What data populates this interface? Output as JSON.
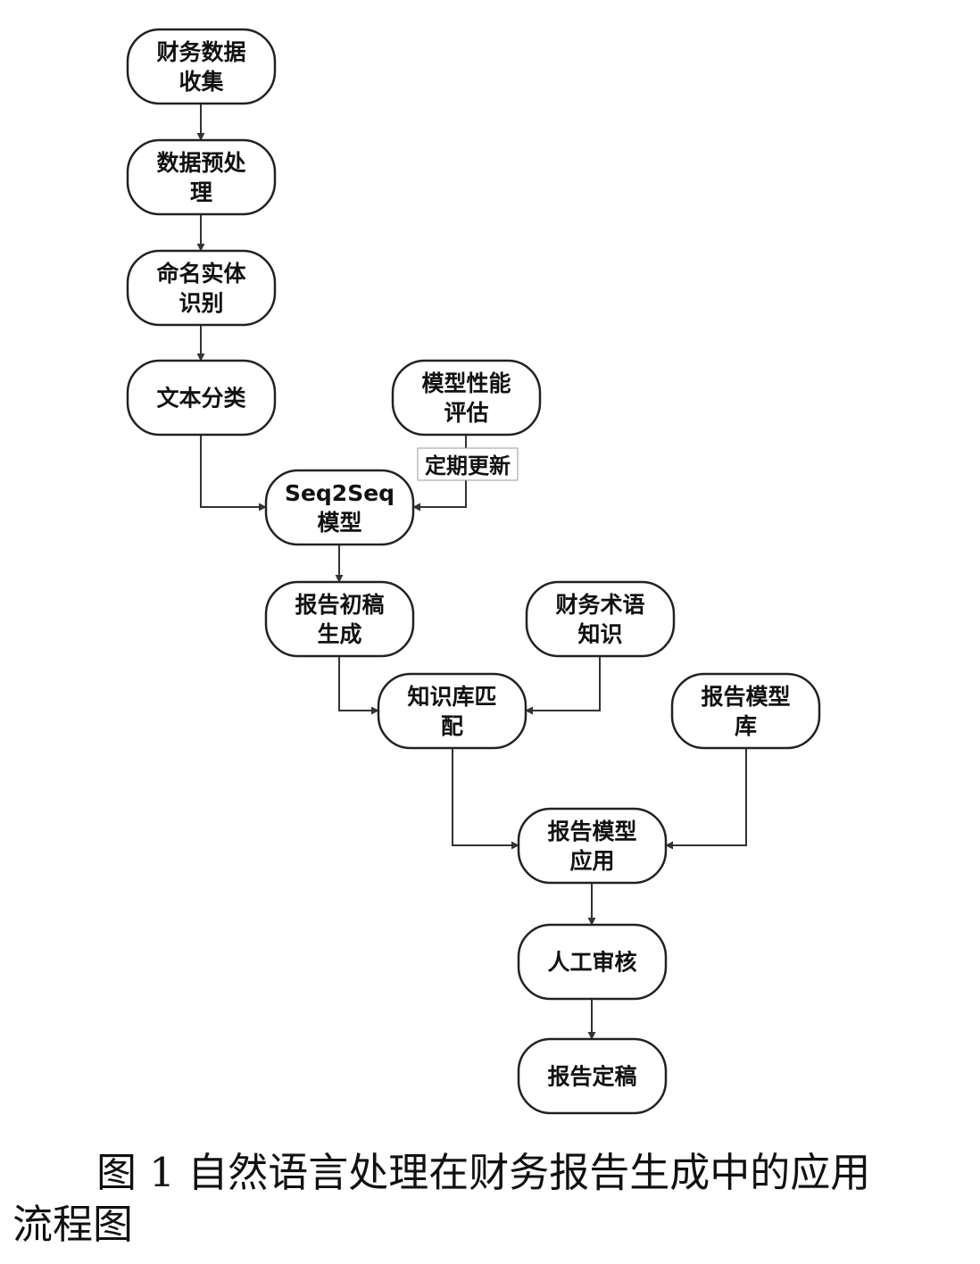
{
  "diagram": {
    "nodes": [
      {
        "id": "n1",
        "name": "node-financial-data-collection",
        "lines": [
          "财务数据",
          "收集"
        ]
      },
      {
        "id": "n2",
        "name": "node-data-preprocessing",
        "lines": [
          "数据预处",
          "理"
        ]
      },
      {
        "id": "n3",
        "name": "node-named-entity-recognition",
        "lines": [
          "命名实体",
          "识别"
        ]
      },
      {
        "id": "n4",
        "name": "node-text-classification",
        "lines": [
          "文本分类"
        ]
      },
      {
        "id": "n5",
        "name": "node-model-performance-evaluation",
        "lines": [
          "模型性能",
          "评估"
        ]
      },
      {
        "id": "n6",
        "name": "node-seq2seq-model",
        "lines": [
          "Seq2Seq",
          "模型"
        ]
      },
      {
        "id": "n7",
        "name": "node-report-draft-generation",
        "lines": [
          "报告初稿",
          "生成"
        ]
      },
      {
        "id": "n8",
        "name": "node-financial-terminology",
        "lines": [
          "财务术语",
          "知识"
        ]
      },
      {
        "id": "n9",
        "name": "node-knowledge-base-matching",
        "lines": [
          "知识库匹",
          "配"
        ]
      },
      {
        "id": "n10",
        "name": "node-report-model-library",
        "lines": [
          "报告模型",
          "库"
        ]
      },
      {
        "id": "n11",
        "name": "node-report-model-application",
        "lines": [
          "报告模型",
          "应用"
        ]
      },
      {
        "id": "n12",
        "name": "node-manual-review",
        "lines": [
          "人工审核"
        ]
      },
      {
        "id": "n13",
        "name": "node-report-finalization",
        "lines": [
          "报告定稿"
        ]
      }
    ],
    "edges": [
      {
        "from": "n1",
        "to": "n2"
      },
      {
        "from": "n2",
        "to": "n3"
      },
      {
        "from": "n3",
        "to": "n4"
      },
      {
        "from": "n4",
        "to": "n6"
      },
      {
        "from": "n5",
        "to": "n6",
        "label": "定期更新"
      },
      {
        "from": "n6",
        "to": "n7"
      },
      {
        "from": "n7",
        "to": "n9"
      },
      {
        "from": "n8",
        "to": "n9"
      },
      {
        "from": "n9",
        "to": "n11"
      },
      {
        "from": "n10",
        "to": "n11"
      },
      {
        "from": "n11",
        "to": "n12"
      },
      {
        "from": "n12",
        "to": "n13"
      }
    ]
  },
  "caption": {
    "line1": "图 1 自然语言处理在财务报告生成中的应用",
    "line2": "流程图"
  }
}
